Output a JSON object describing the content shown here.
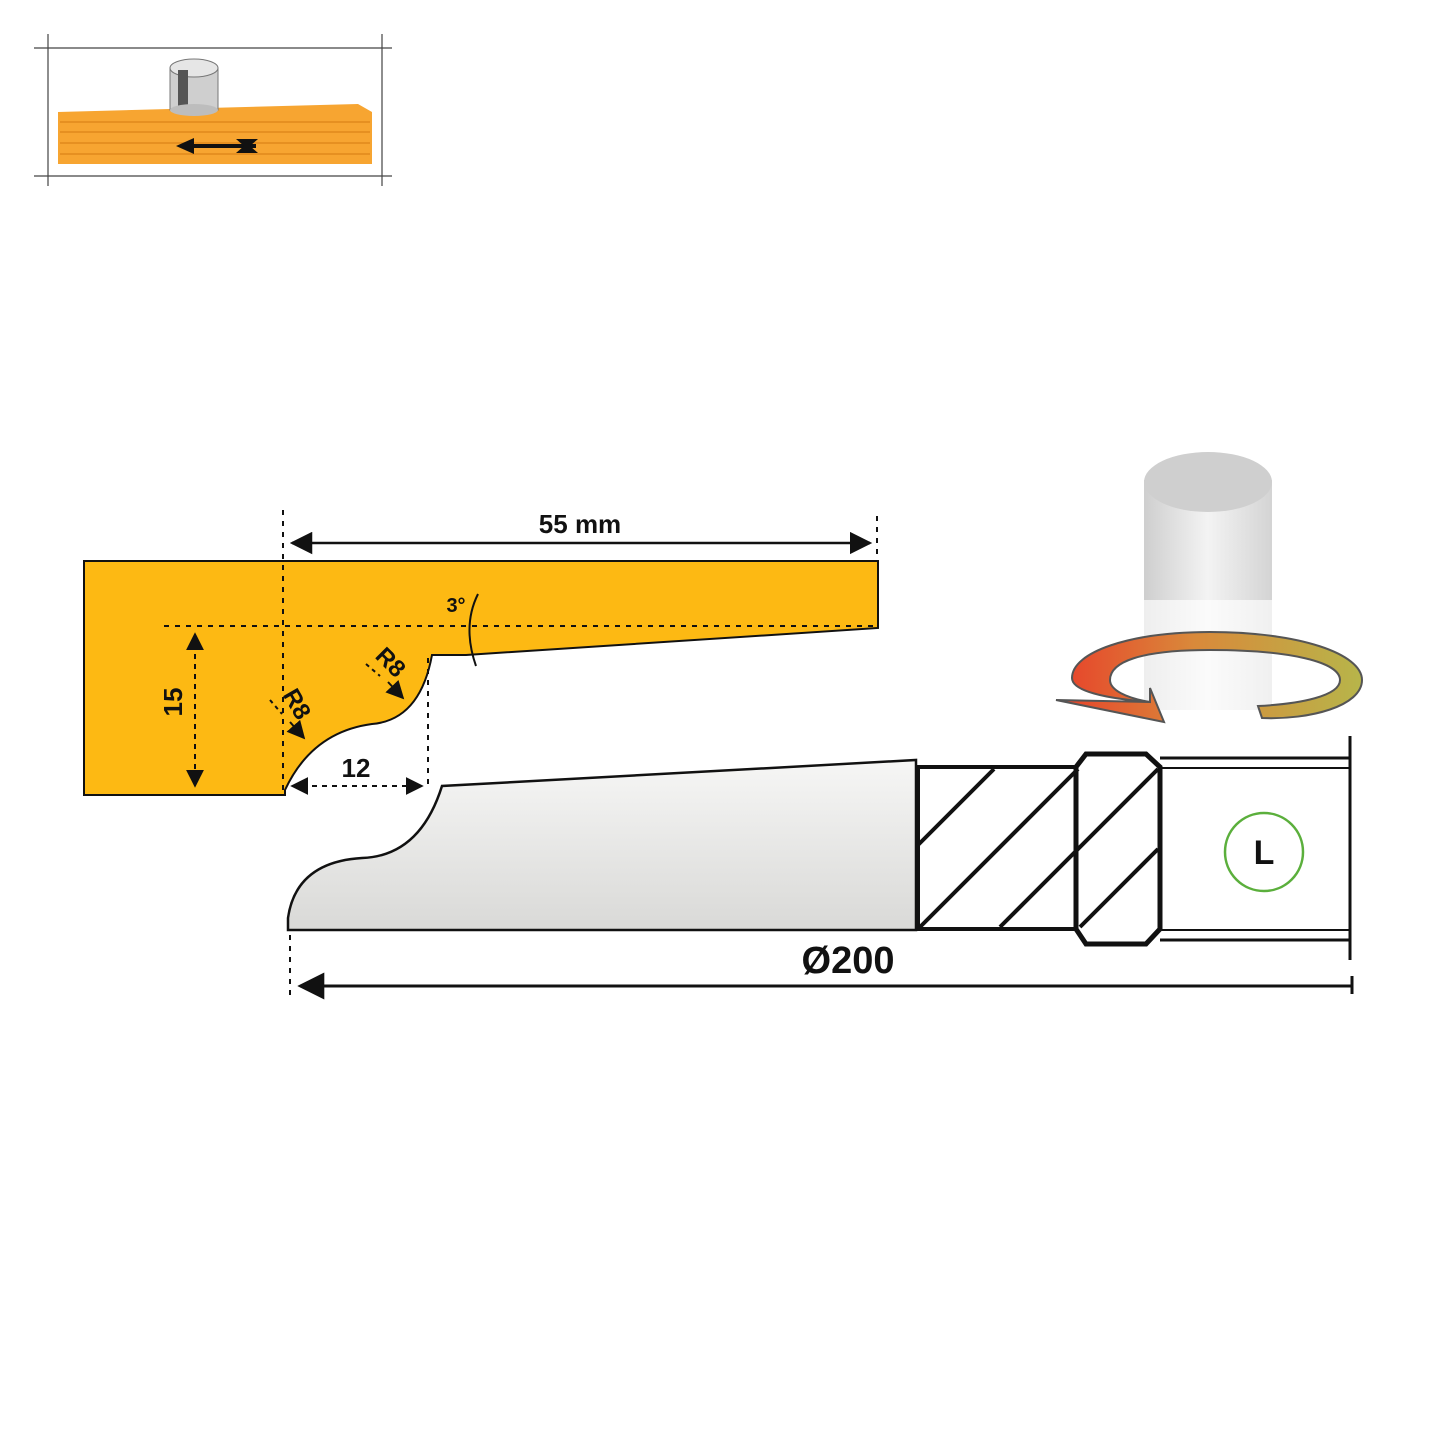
{
  "labels": {
    "width_dim": "55 mm",
    "angle_dim": "3°",
    "radius_top": "R8",
    "radius_bottom": "R8",
    "depth_dim": "15",
    "gap_dim": "12",
    "diameter_dim": "Ø200",
    "rotation_badge": "L"
  },
  "colors": {
    "profile_fill": "#FDB913",
    "workpiece_fill": "#F7A531",
    "blade_fill": "#E2E2E0",
    "badge_ring": "#5BAF3C",
    "outline": "#111111"
  },
  "icons": {
    "thumbnail": "router-cutter-on-wood-icon",
    "feed_arrow": "feed-direction-arrow-icon",
    "rotation": "rotation-arrow-icon",
    "spindle": "spindle-cylinder-icon"
  }
}
